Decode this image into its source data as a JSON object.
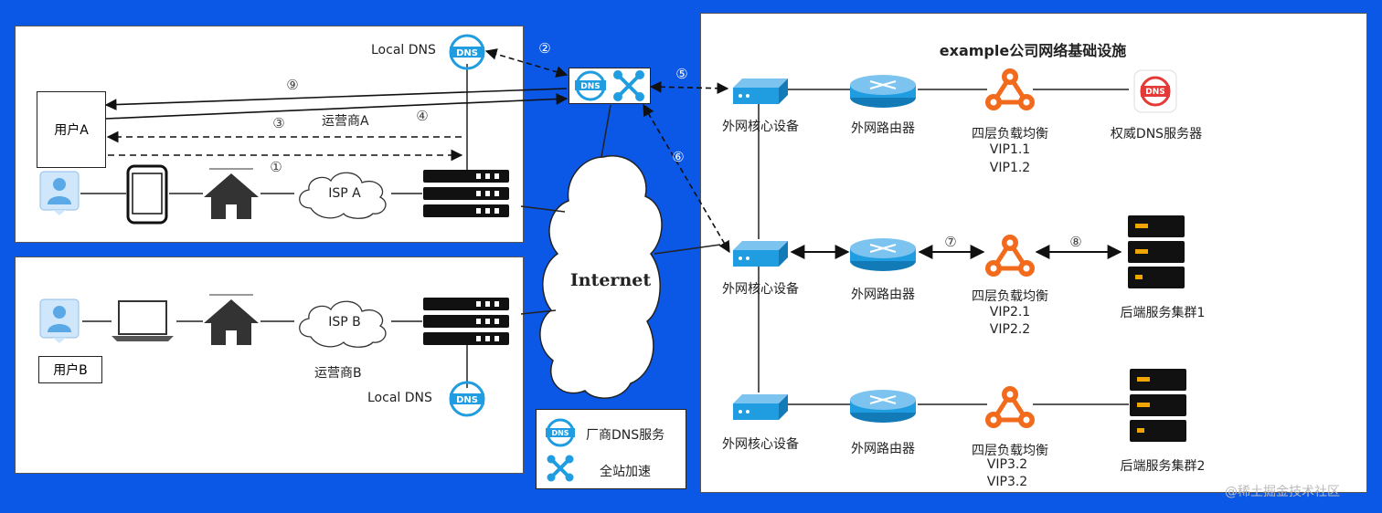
{
  "title": "example公司网络基础设施",
  "left_top": {
    "local_dns": "Local DNS",
    "dns_text": "DNS",
    "user": "用户A",
    "isp": "ISP A",
    "carrier": "运营商A"
  },
  "left_bottom": {
    "local_dns": "Local DNS",
    "dns_text": "DNS",
    "user": "用户B",
    "isp": "ISP B",
    "carrier": "运营商B"
  },
  "cloud": "Internet",
  "steps": [
    "①",
    "②",
    "③",
    "④",
    "⑤",
    "⑥",
    "⑦",
    "⑧",
    "⑨"
  ],
  "legend": {
    "dns": "厂商DNS服务",
    "accel": "全站加速",
    "dns_text": "DNS"
  },
  "rows": [
    {
      "core": "外网核心设备",
      "router": "外网路由器",
      "lb": "四层负载均衡",
      "vips": [
        "VIP1.1",
        "VIP1.2"
      ],
      "end": "权威DNS服务器",
      "dns_text": "DNS"
    },
    {
      "core": "外网核心设备",
      "router": "外网路由器",
      "lb": "四层负载均衡",
      "vips": [
        "VIP2.1",
        "VIP2.2"
      ],
      "end": "后端服务集群1"
    },
    {
      "core": "外网核心设备",
      "router": "外网路由器",
      "lb": "四层负载均衡",
      "vips": [
        "VIP3.2",
        "VIP3.2"
      ],
      "end": "后端服务集群2"
    }
  ],
  "watermark": "@稀土掘金技术社区",
  "colors": {
    "background": "#0b57e6",
    "accent_blue": "#1f9de0",
    "orange": "#f26b1d",
    "dns_red": "#e53935"
  }
}
